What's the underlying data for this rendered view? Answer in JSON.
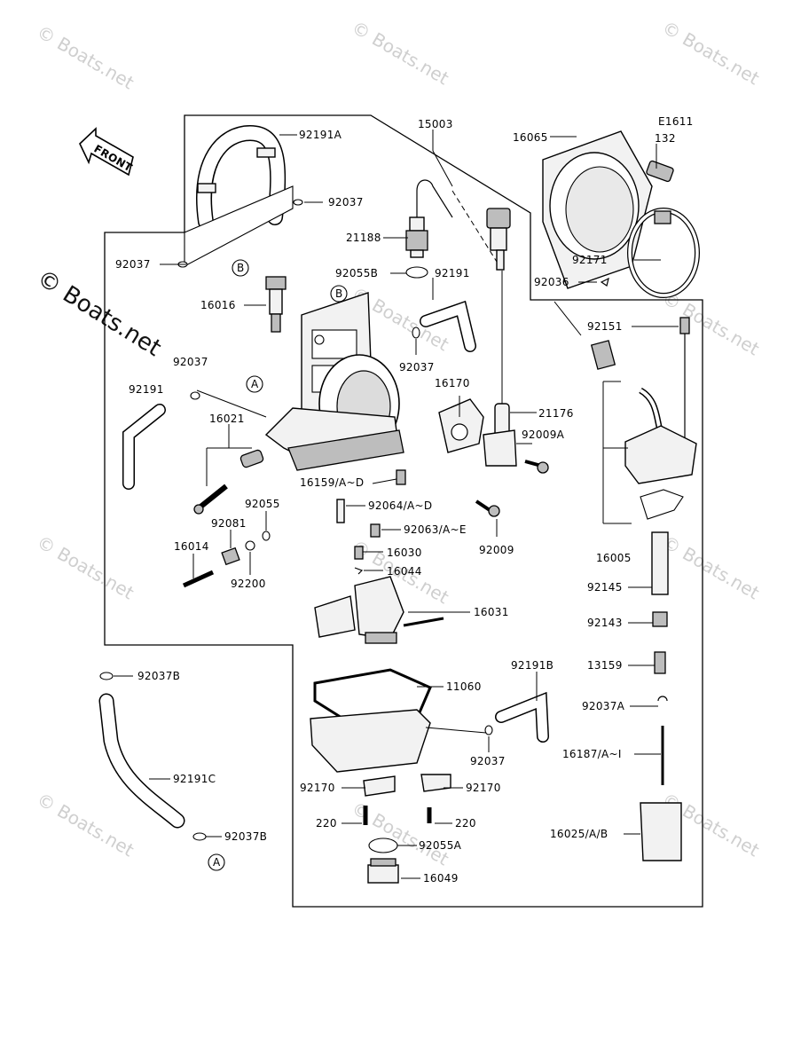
{
  "diagram": {
    "code": "E1611",
    "front_label": "FRONT",
    "watermark": "© Boats.net",
    "callouts": {
      "A": "A",
      "B": "B"
    },
    "labels": {
      "p15003": "15003",
      "p16065": "16065",
      "p132": "132",
      "p92191A": "92191A",
      "p92037_a": "92037",
      "p21188": "21188",
      "p92037_b": "92037",
      "p92171": "92171",
      "p92055B": "92055B",
      "p92191_top": "92191",
      "p92036": "92036",
      "p16016": "16016",
      "p92151": "92151",
      "p92037_c": "92037",
      "p92037_d": "92037",
      "p92191_left": "92191",
      "p16170": "16170",
      "p21176": "21176",
      "p16021": "16021",
      "p92009A": "92009A",
      "p16159": "16159/A~D",
      "p92055": "92055",
      "p92064": "92064/A~D",
      "p92081": "92081",
      "p92063": "92063/A~E",
      "p92009": "92009",
      "p16005": "16005",
      "p16014": "16014",
      "p16030": "16030",
      "p16044": "16044",
      "p92200": "92200",
      "p92145": "92145",
      "p16031": "16031",
      "p92143": "92143",
      "p13159": "13159",
      "p92191B": "92191B",
      "p92037B_top": "92037B",
      "p11060": "11060",
      "p92037A": "92037A",
      "p92037_e": "92037",
      "p16187": "16187/A~I",
      "p92191C": "92191C",
      "p92170_l": "92170",
      "p92170_r": "92170",
      "p220_l": "220",
      "p220_r": "220",
      "p16025": "16025/A/B",
      "p92037B_bot": "92037B",
      "p92055A": "92055A",
      "p16049": "16049"
    }
  }
}
